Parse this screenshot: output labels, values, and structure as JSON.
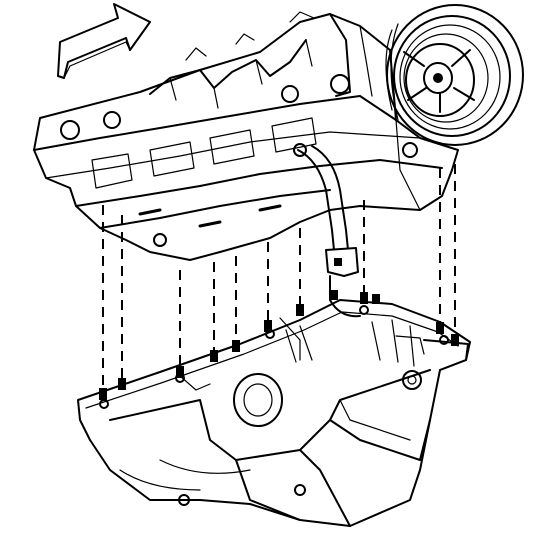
{
  "diagram": {
    "arrow_direction": "up-right",
    "colors": {
      "ink": "#000000",
      "background": "#ffffff"
    },
    "components": [
      "engine-block",
      "crankshaft-pulley",
      "oil-pump-pickup-tube",
      "oil-pan"
    ],
    "bolt_count": 12
  }
}
